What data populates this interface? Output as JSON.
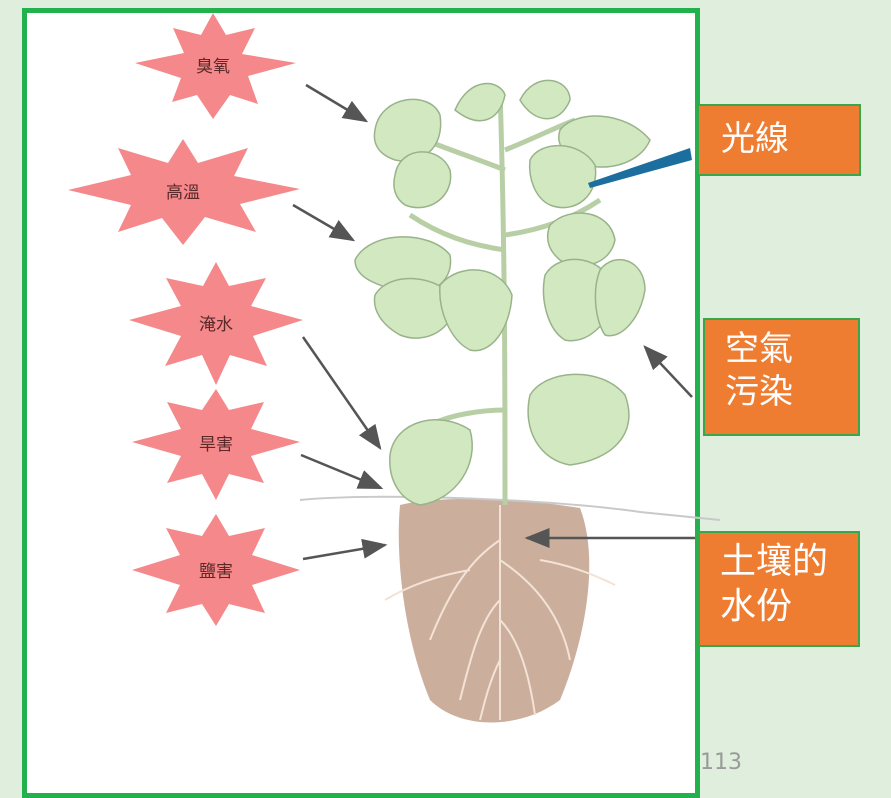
{
  "stress_labels": [
    "臭氧",
    "高溫",
    "淹水",
    "旱害",
    "鹽害"
  ],
  "callouts": {
    "light": "光線",
    "air_pollution": "空氣\n污染",
    "soil_water": "土壤的\n水份"
  },
  "page_number": "113",
  "colors": {
    "background": "#dfeedd",
    "frame_border": "#23b14d",
    "callout_fill": "#ef7d31",
    "star_fill": "#f4888a",
    "leaf_fill": "#d2e8c0",
    "soil_fill": "#c7a592"
  }
}
